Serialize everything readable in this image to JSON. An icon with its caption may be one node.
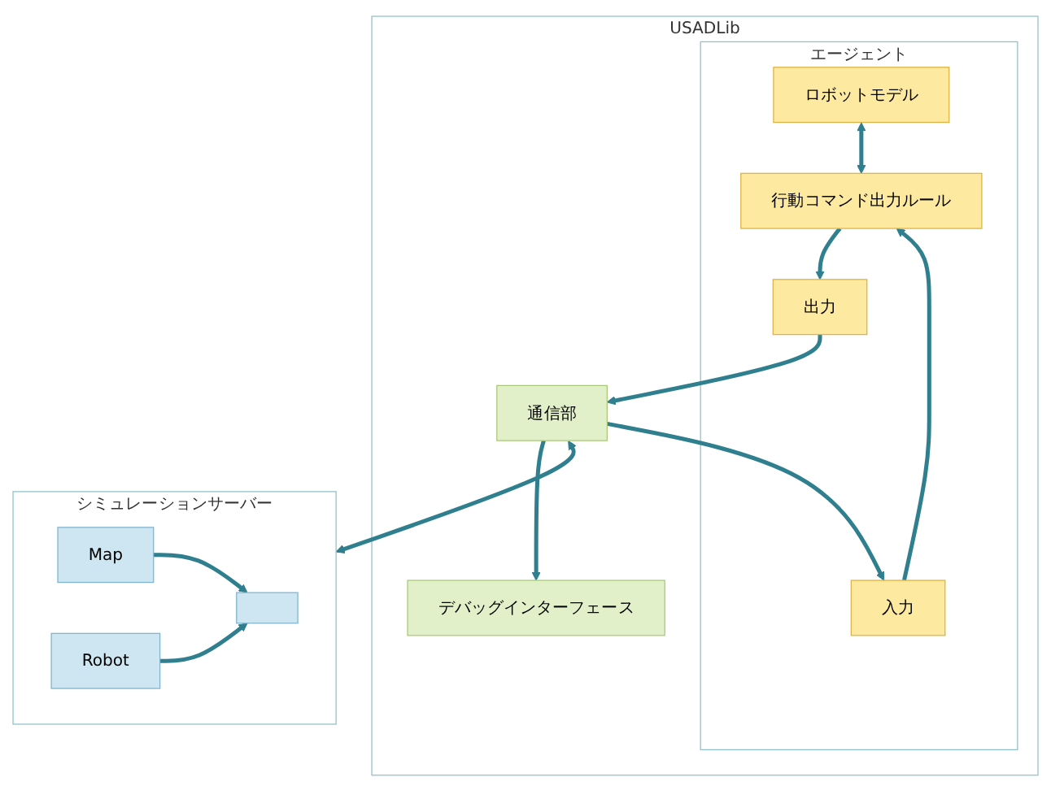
{
  "diagram": {
    "nodes": [
      {
        "text": [
          "USADLib"
        ]
      },
      {
        "text": [
          "エージェント"
        ],
        "in": 0
      },
      {
        "text": [
          "ロボットモデル"
        ],
        "in": 1
      },
      {
        "text": [
          "行動コマンド出力ルール"
        ],
        "in": 1
      },
      {
        "text": [
          "入力"
        ],
        "in": 1
      },
      {
        "text": [
          "出力"
        ],
        "in": 1
      },
      {
        "text": [
          "デバッグインターフェース"
        ],
        "in": 0
      },
      {
        "text": [
          "通信部"
        ],
        "in": 0
      },
      {
        "text": [
          "シミュレーションサーバー"
        ]
      },
      {
        "text": [],
        "shape": "box",
        "in": 8
      },
      {
        "text": [
          "Map"
        ],
        "in": 8
      },
      {
        "text": [
          "Robot"
        ],
        "in": 8
      }
    ],
    "edges": [
      {
        "from": 2,
        "to": 3,
        "arrow": "both"
      },
      {
        "from": 4,
        "to": 3,
        "arrow": "to"
      },
      {
        "from": 3,
        "to": 5,
        "arrow": "to"
      },
      {
        "from": 5,
        "to": 7,
        "arrow": "to"
      },
      {
        "from": 7,
        "to": 4,
        "arrow": "to"
      },
      {
        "from": 7,
        "to": 6,
        "arrow": "to"
      },
      {
        "from": 7,
        "to": 8,
        "arrow": "both"
      },
      {
        "from": 10,
        "to": 9,
        "arrow": "to"
      },
      {
        "from": 11,
        "to": 9,
        "arrow": "to"
      }
    ]
  }
}
